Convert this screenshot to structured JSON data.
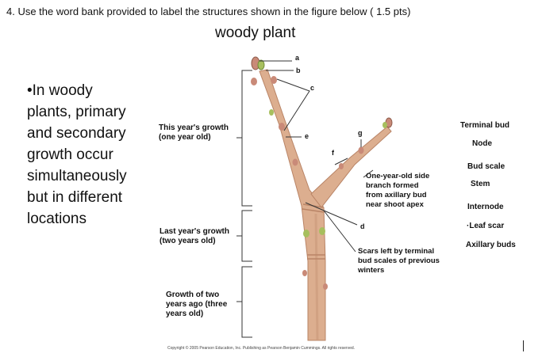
{
  "question": "4.   Use the word bank provided to label the structures shown in the figure below ( 1.5 pts)",
  "title": "woody plant",
  "bullet_lines": [
    "•In woody",
    "plants, primary",
    "and secondary",
    "growth occur",
    "simultaneously",
    "but in different",
    "locations"
  ],
  "diagram": {
    "growth_labels": {
      "this_year": [
        "This year's growth",
        "(one year old)"
      ],
      "last_year": [
        "Last year's growth",
        "(two years old)"
      ],
      "two_years_ago": [
        "Growth of two",
        "years ago (three",
        "years old)"
      ]
    },
    "annotations": {
      "side_branch": [
        "One-year-old side",
        "branch formed",
        "from axillary bud",
        "near shoot apex"
      ],
      "scars": [
        "Scars left by terminal",
        "bud scales of previous",
        "winters"
      ]
    },
    "letters": {
      "a": "a",
      "b": "b",
      "c": "c",
      "d": "d",
      "e": "e",
      "f": "f",
      "g": "g"
    },
    "copyright": "Copyright © 2005 Pearson Education, Inc. Publishing as Pearson Benjamin Cummings. All rights reserved."
  },
  "word_bank": [
    "Terminal bud",
    "Node",
    "Bud scale",
    "Stem",
    "Internode",
    "·Leaf scar",
    "Axillary buds"
  ],
  "colors": {
    "bark": "#dcae8f",
    "bark_dark": "#b98466",
    "bud": "#c98a78",
    "bud_green": "#a7bf5e"
  }
}
